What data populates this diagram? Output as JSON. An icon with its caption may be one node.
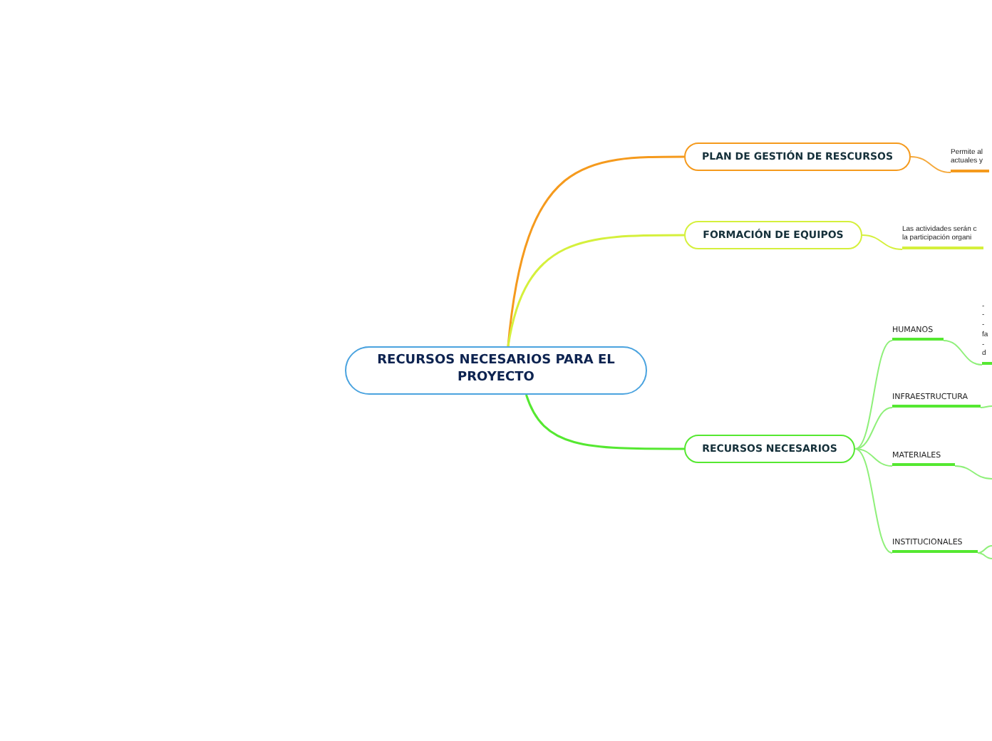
{
  "diagram": {
    "nodes": [
      {
        "text": [
          "RECURSOS NECESARIOS PARA EL PROYECTO"
        ]
      },
      {
        "text": [
          "PLAN DE GESTIÓN DE RESCURSOS"
        ]
      },
      {
        "text": [
          "Permite al actuales y"
        ]
      },
      {
        "text": [
          "FORMACIÓN DE EQUIPOS"
        ]
      },
      {
        "text": [
          "Las actividades serán c la participación organi"
        ]
      },
      {
        "text": [
          "RECURSOS NECESARIOS"
        ]
      },
      {
        "text": [
          "HUMANOS"
        ]
      },
      {
        "text": [
          "- - - fa - d"
        ]
      },
      {
        "text": [
          "INFRAESTRUCTURA"
        ]
      },
      {
        "text": [
          "MATERIALES"
        ]
      },
      {
        "text": [
          "INSTITUCIONALES"
        ]
      }
    ],
    "edges": [
      {
        "from": 0,
        "to": 1,
        "arrow": "none",
        "color": "#f59a1d"
      },
      {
        "from": 1,
        "to": 2,
        "arrow": "none",
        "color": "#f5a93c"
      },
      {
        "from": 0,
        "to": 3,
        "arrow": "none",
        "color": "#d5f03c"
      },
      {
        "from": 3,
        "to": 4,
        "arrow": "none",
        "color": "#d5f03c"
      },
      {
        "from": 0,
        "to": 5,
        "arrow": "none"
      },
      {
        "from": 5,
        "to": 6,
        "arrow": "none",
        "color": "#8ff07a"
      },
      {
        "from": 6,
        "to": 7,
        "arrow": "none",
        "color": "#8ff07a"
      },
      {
        "from": 5,
        "to": 8,
        "arrow": "none",
        "color": "#8ff07a"
      },
      {
        "from": 8,
        "to": null,
        "arrow": "none",
        "color": "#8ff07a"
      },
      {
        "from": 5,
        "to": 9,
        "arrow": "none",
        "color": "#8ff07a"
      },
      {
        "from": 9,
        "to": null,
        "arrow": "none",
        "color": "#8ff07a"
      },
      {
        "from": 5,
        "to": 10,
        "arrow": "none",
        "color": "#8ff07a"
      },
      {
        "from": 10,
        "to": null,
        "arrow": "none",
        "color": "#8ff07a"
      },
      {
        "from": 10,
        "to": null,
        "arrow": "none",
        "color": "#8ff07a"
      }
    ]
  }
}
